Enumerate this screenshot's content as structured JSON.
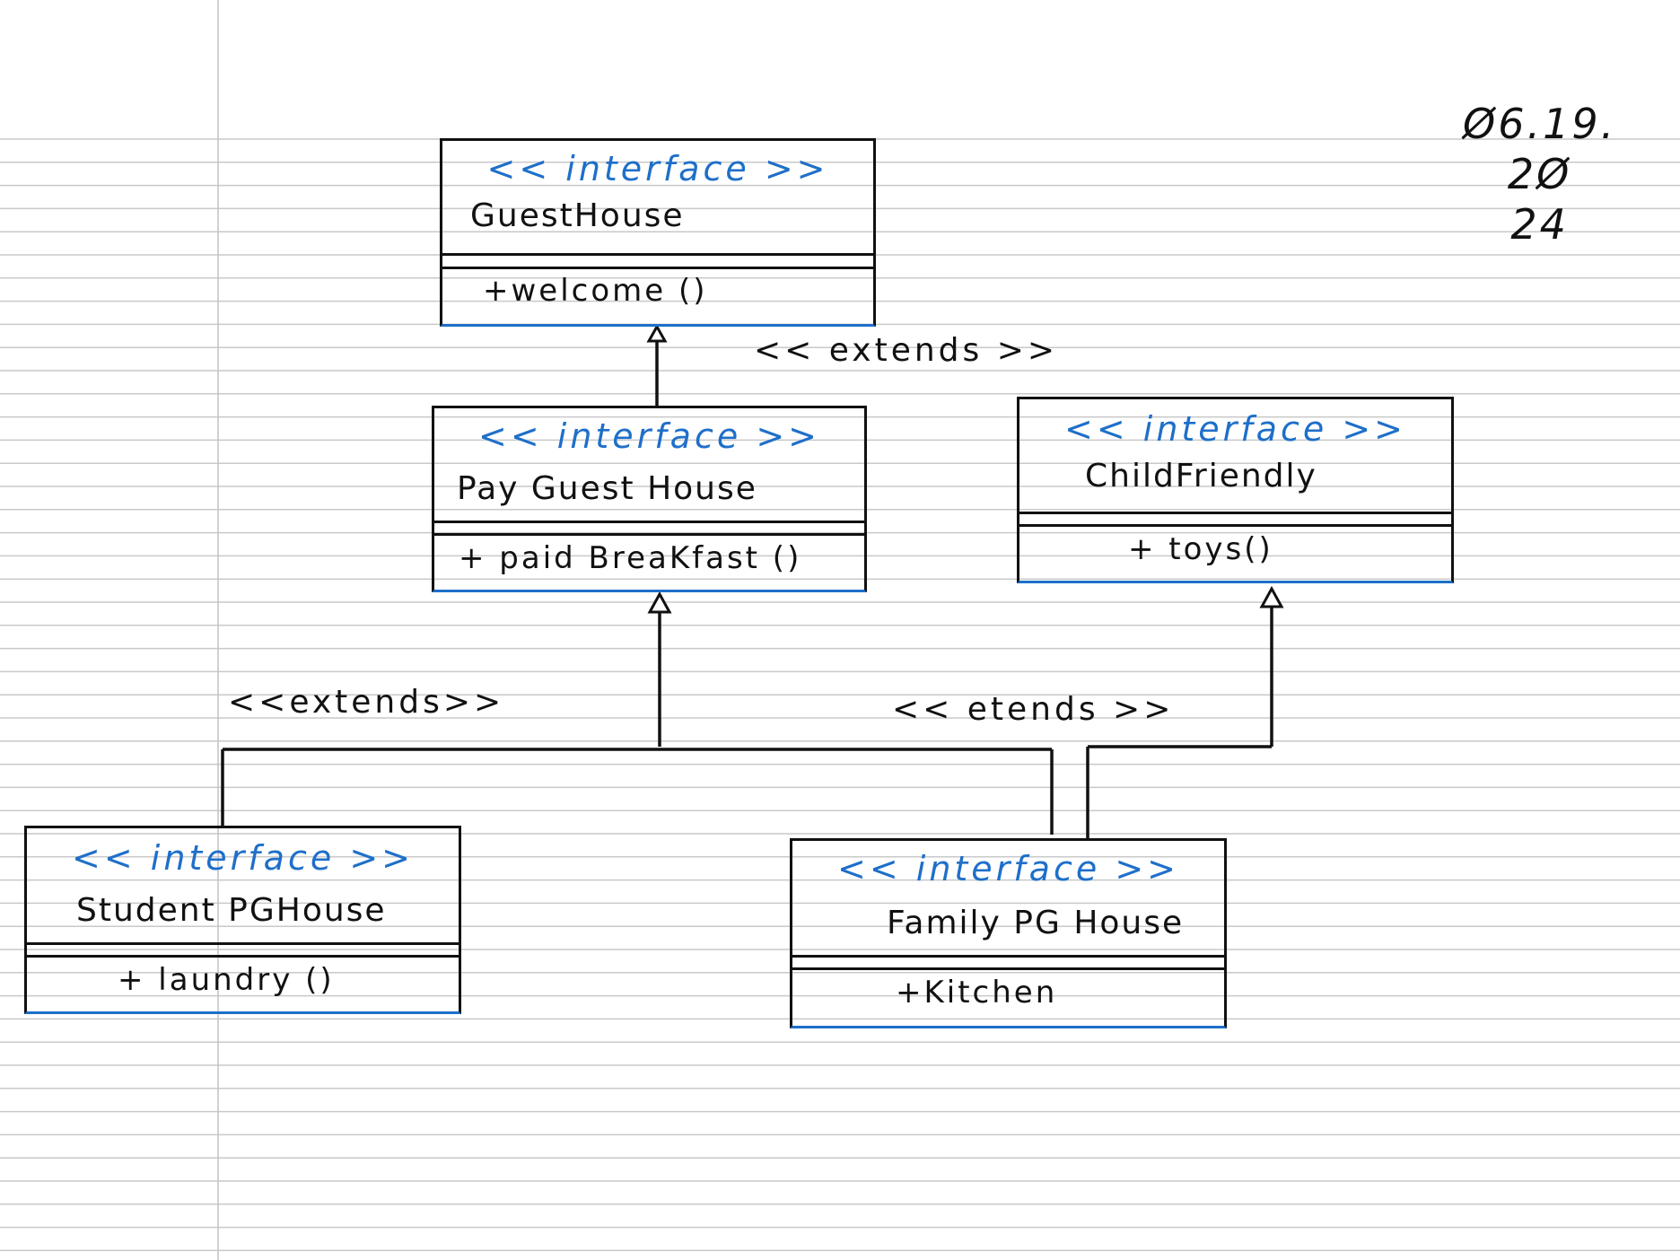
{
  "note": {
    "line1": "Ø6.19.",
    "line2": "2Ø",
    "line3": "24"
  },
  "boxes": {
    "guest_house": {
      "stereotype": "<< interface >>",
      "name": "GuestHouse",
      "method": "+welcome ()"
    },
    "pay_guest_house": {
      "stereotype": "<< interface >>",
      "name": "Pay Guest House",
      "method": "+ paid BreaKfast ()"
    },
    "child_friendly": {
      "stereotype": "<< interface >>",
      "name": "ChildFriendly",
      "method": "+ toys()"
    },
    "student_pg_house": {
      "stereotype": "<< interface >>",
      "name": "Student PGHouse",
      "method": "+ laundry ()"
    },
    "family_pg_house": {
      "stereotype": "<< interface >>",
      "name": "Family PG House",
      "method": "+Kitchen"
    }
  },
  "relations": {
    "label_top": "<< extends >>",
    "label_left": "<<extends>>",
    "label_right": "<< etends >>"
  }
}
